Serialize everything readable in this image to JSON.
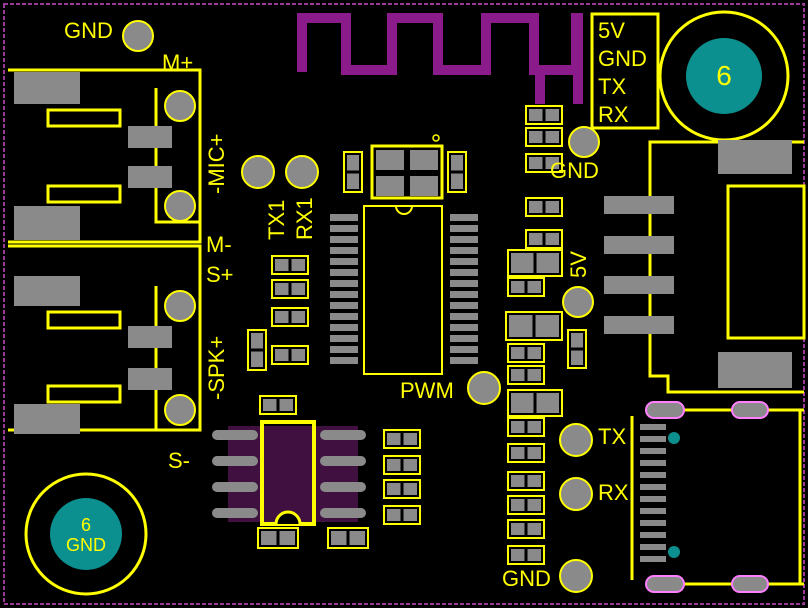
{
  "labels": {
    "gnd_top_left": "GND",
    "m_plus": "M+",
    "m_minus": "M-",
    "s_plus": "S+",
    "s_minus": "S-",
    "mic": "-MIC+",
    "spk": "-SPK+",
    "tx1": "TX1",
    "rx1": "RX1",
    "pwm": "PWM",
    "gnd_mid": "GND",
    "v5_vertical": "5V",
    "tx": "TX",
    "rx": "RX",
    "gnd_bottom": "GND"
  },
  "header_box": {
    "lines": [
      "5V",
      "GND",
      "TX",
      "RX"
    ]
  },
  "mount_holes": {
    "top_right": {
      "text": "6"
    },
    "bottom_left": {
      "line1": "6",
      "line2": "GND"
    }
  },
  "colors": {
    "silkscreen": "#ffff00",
    "copper_pad": "#8a8a8a",
    "antenna": "#8b1a8b",
    "outline": "#9c3a9c",
    "hole_fill": "#0c8f8f"
  }
}
